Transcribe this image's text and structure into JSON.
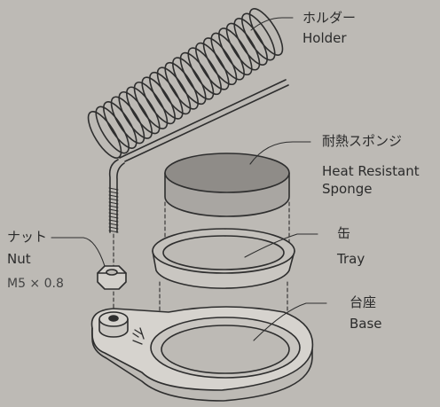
{
  "labels": {
    "holder": {
      "jp": "ホルダー",
      "en": "Holder"
    },
    "sponge": {
      "jp": "耐熱スポンジ",
      "en_line1": "Heat Resistant",
      "en_line2": "Sponge"
    },
    "tray": {
      "jp": "缶",
      "en": "Tray"
    },
    "nut": {
      "jp": "ナット",
      "en": "Nut",
      "spec": "M5 × 0.8"
    },
    "base": {
      "jp": "台座",
      "en": "Base"
    }
  },
  "colors": {
    "background": "#bdbab5",
    "line": "#2e2e2e",
    "sponge_top": "#8f8c88",
    "sponge_side": "#a9a6a2"
  }
}
